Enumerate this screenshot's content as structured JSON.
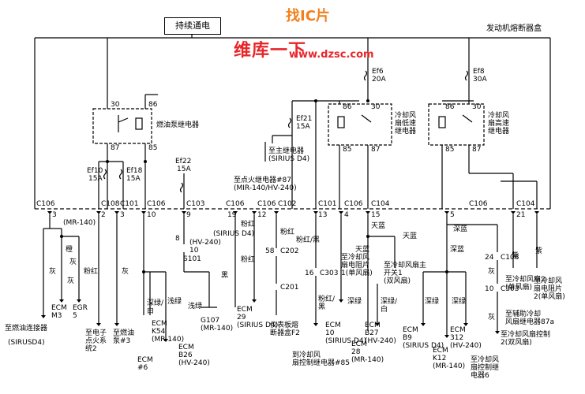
{
  "header": {
    "power_box": "持续通电",
    "fuse_box": "发动机熔断器盒"
  },
  "watermark": {
    "logo": "找IC片",
    "brand": "维库一下",
    "url": "www.dzsc.com"
  },
  "fuses": {
    "ef6": "Ef6",
    "ef6_amp": "20A",
    "ef8": "Ef8",
    "ef8_amp": "30A",
    "ef21": "Ef21",
    "ef21_amp": "15A",
    "ef10": "Ef10",
    "ef10_amp": "15A",
    "ef18": "Ef18",
    "ef18_amp": "15A",
    "ef22": "Ef22",
    "ef22_amp": "15A"
  },
  "relays": {
    "fuel_pump": "燃油泵继电器",
    "fan_low": "冷却风\n扇低速\n继电器",
    "fan_high": "冷却风\n扇高速\n继电器",
    "pin30": "30",
    "pin86": "86",
    "pin87": "87",
    "pin85": "85"
  },
  "connectors": {
    "c106": "C106",
    "c108": "C108",
    "c101": "C101",
    "c103": "C103",
    "c102": "C102",
    "c104": "C104",
    "c202": "C202",
    "c201": "C201",
    "c303": "C303",
    "s101": "S101"
  },
  "pins": {
    "p3": "3",
    "p2": "2",
    "p10": "10",
    "p9": "9",
    "p19": "19",
    "p12": "12",
    "p13": "13",
    "p4": "4",
    "p15": "15",
    "p5": "5",
    "p21": "21",
    "p8": "8",
    "p58": "58",
    "p16": "16",
    "p24": "24",
    "p10b": "10",
    "p10c": "10"
  },
  "labels": {
    "main_relay": "至主继电器",
    "sirius_d4": "(SIRIUS D4)",
    "ignition_relay": "至点火继电器#87",
    "ignition_relay_ver": "(MIR-140/HV-240)",
    "mr140": "(MR-140)",
    "hv240": "(HV-240)",
    "sirius_d4_short": "(SIRIUS D4)",
    "wire_orange": "橙",
    "wire_gray": "灰",
    "wire_gray2": "灰",
    "wire_pink": "粉红",
    "wire_gray3": "灰",
    "wire_black": "黑",
    "wire_pink2": "粉红",
    "wire_pink3": "粉红",
    "wire_pinkblack": "粉红/黑",
    "wire_pinkblack2": "粉红/\n黑",
    "wire_skyblue": "天蓝",
    "wire_skyblue2": "天蓝",
    "wire_skyblue3": "天蓝",
    "wire_deepgreen_white": "深绿/\n白",
    "wire_lightgreen": "浅绿",
    "wire_lightgreen2": "浅绿",
    "wire_deepgreen": "深绿",
    "wire_deepgreen2": "深绿",
    "wire_deepgreen_white2": "深绿/\n白",
    "wire_deepblue": "深蓝",
    "wire_deepblue2": "深蓝",
    "wire_purple": "紫",
    "wire_purple2": "紫",
    "wire_gray4": "灰",
    "wire_gray5": "灰",
    "fuel_inj": "至燃油连接器",
    "fuel_inj2": "(SIRUSD4)",
    "ecm_m3": "ECM\nM3",
    "egr5": "EGR\n5",
    "ignition_sys": "至电子\n点火系\n统2",
    "fuel_pump3": "至燃油\n泵#3",
    "ecm_k54": "ECM\nK54\n(MR-140)",
    "ecm_b26": "ECM\nB26\n(HV-240)",
    "ecm_6": "ECM\n#6",
    "g107": "G107\n(MR-140)",
    "ecm_29": "ECM\n29\n(SIRIUS D4)",
    "instrument_fuse": "仪表板熔\n断器盒F2",
    "fan_relay_85": "到冷却风\n扇控制继电器#85",
    "fan_resistor": "至冷却风\n扇电阻片\n1(单风扇)",
    "fan_main_switch": "至冷却风扇主\n开关1\n(双风扇)",
    "ecm_10": "ECM\n10\n(SIRIUS D4)",
    "ecm_28": "ECM\n28\n(MR-140)",
    "ecm_b27": "ECM\nB27\n(HV-240)",
    "ecm_b9": "ECM\nB9\n(SIRIUS D4)",
    "ecm_312": "ECM\n312\n(HV-240)",
    "ecm_k12": "ECM\nK12\n(MR-140)",
    "fan_ctrl_relay6": "至冷却风\n扇控制继\n电器6",
    "fan2_single": "至冷却风扇2\n(单风扇)",
    "fan_resistor2": "至冷却风\n扇电阻片\n2(单风扇)",
    "aux_fan_relay": "至辅助冷却\n风扇继电器87a",
    "fan_ctrl2": "至冷却风扇控制\n2(双风扇)"
  }
}
